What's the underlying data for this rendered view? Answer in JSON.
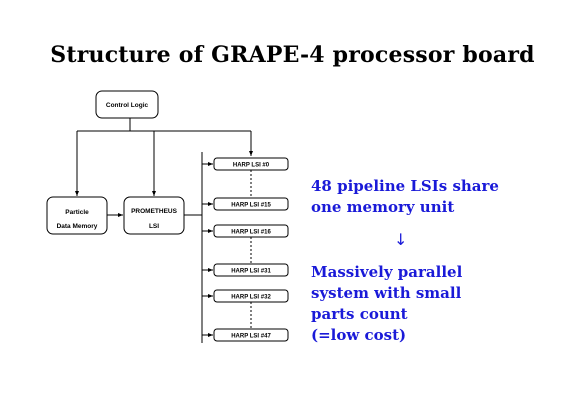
{
  "title": "Structure of GRAPE-4 processor board",
  "boxes": {
    "control": "Control Logic",
    "memory_line1": "Particle",
    "memory_line2": "Data Memory",
    "prometheus_line1": "PROMETHEUS",
    "prometheus_line2": "LSI",
    "harp": [
      "HARP LSI #0",
      "HARP LSI #15",
      "HARP LSI #16",
      "HARP LSI #31",
      "HARP LSI #32",
      "HARP LSI #47"
    ]
  },
  "notes": {
    "top": [
      "48 pipeline LSIs share",
      "one memory unit"
    ],
    "arrow": "↓",
    "bottom": [
      "Massively parallel",
      "system with small",
      "parts count",
      "(=low cost)"
    ]
  },
  "colors": {
    "note": "#1a1ad8",
    "line": "#000000"
  }
}
